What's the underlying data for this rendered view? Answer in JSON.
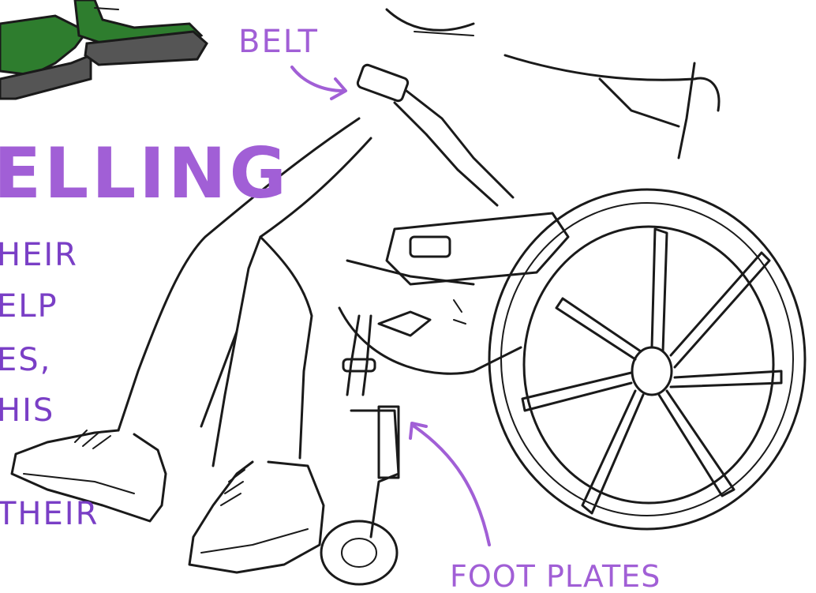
{
  "labels": {
    "belt": "BELT",
    "foot_plates": "FOOT PLATES"
  },
  "heading": "ELLING",
  "side_text": [
    "HEIR",
    "ELP",
    "ES,",
    "HIS",
    "THEIR"
  ],
  "colors": {
    "label_purple": "#a15fd6",
    "ink": "#1a1a1a",
    "shoe_green": "#2e7d2e",
    "background": "#ffffff"
  }
}
